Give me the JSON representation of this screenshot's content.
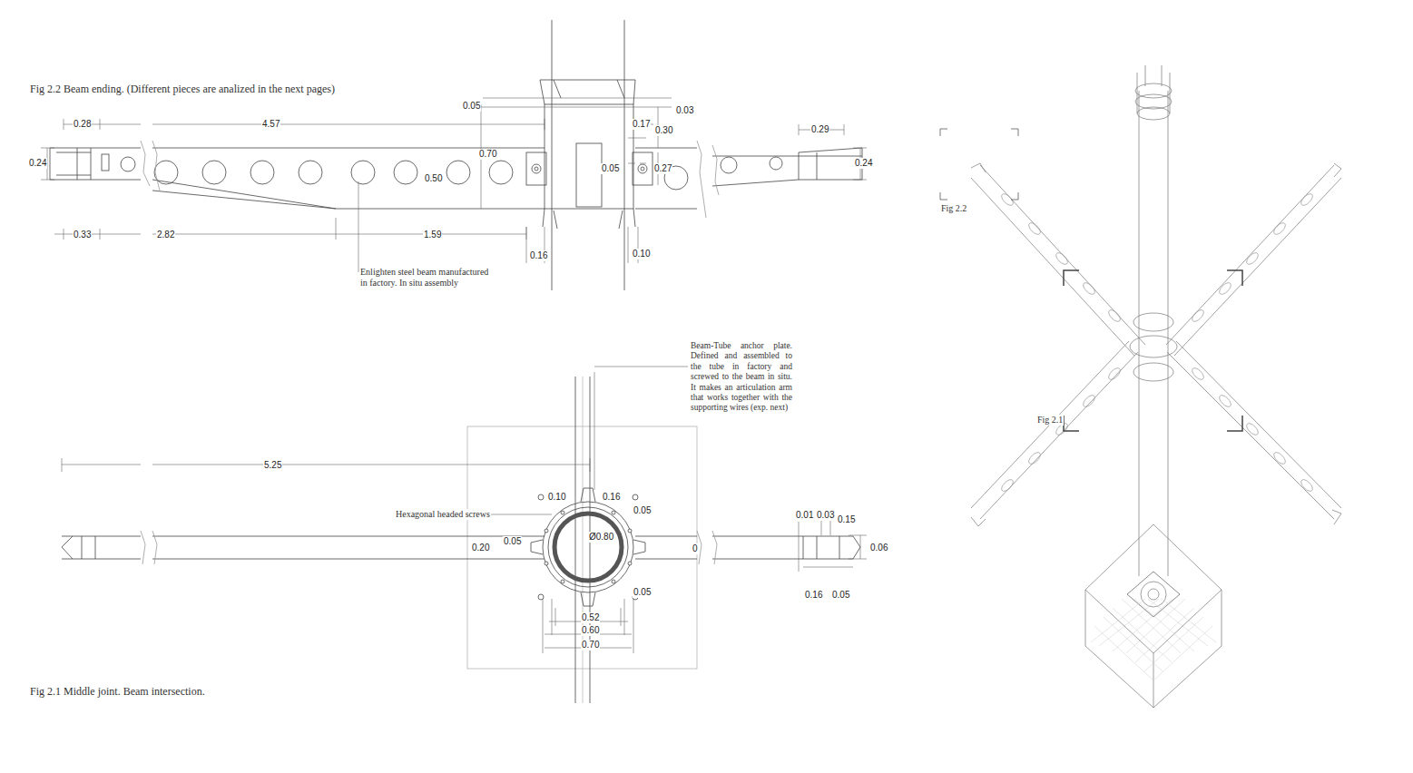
{
  "diagram": {
    "labels": [
      "Fig 2.2 Beam ending. (Different pieces are analized in the next pages)",
      "0.28",
      "4.57",
      "0.05",
      "0.03",
      "0.17",
      "0.30",
      "0.29",
      "0.70",
      "0.24",
      "0.50",
      "0.05",
      "0.27",
      "0.24",
      "0.33",
      "2.82",
      "1.59",
      "0.16",
      "0.10",
      "Enlighten steel beam manufactured in factory. In situ assembly",
      "Beam-Tube anchor plate. Defined and assembled to the tube in factory and screwed to the beam in situ. It makes an articulation arm that works together with the supporting wires (exp. next)",
      "5.25",
      "0.10",
      "0.16",
      "0.05",
      "Hexagonal headed screws",
      "0.01",
      "0.03",
      "0.15",
      "0.05",
      "Ø0.80",
      "0.20",
      "0.06",
      "0",
      "0.05",
      "0.16",
      "0.05",
      "0.52",
      "0.60",
      "0.70",
      "Fig 2.1 Middle joint. Beam intersection.",
      "Fig 2.2",
      "Fig 2.1"
    ]
  }
}
